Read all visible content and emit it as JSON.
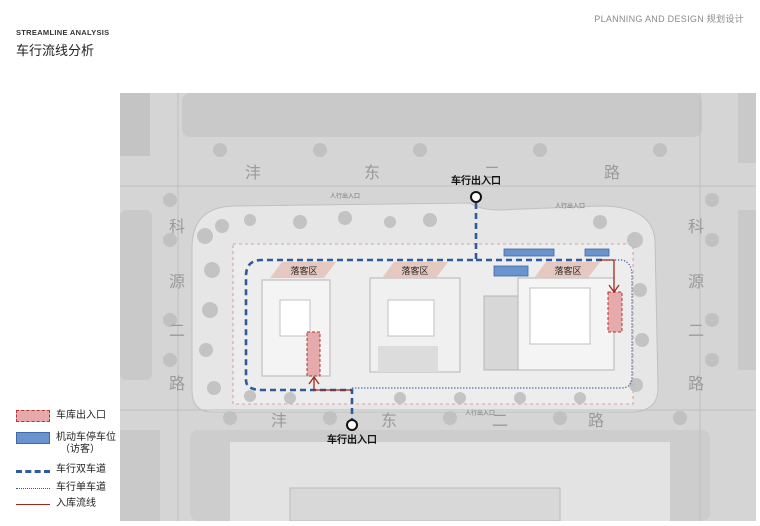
{
  "header": {
    "top_right": "PLANNING AND DESIGN 规划设计",
    "subtitle": "STREAMLINE ANALYSIS",
    "title": "车行流线分析"
  },
  "map": {
    "roads": {
      "north": [
        "沣",
        "东",
        "二",
        "路"
      ],
      "south": [
        "沣",
        "东",
        "二",
        "路"
      ],
      "west": [
        "科",
        "源",
        "二",
        "路"
      ],
      "east": [
        "科",
        "源",
        "二",
        "路"
      ]
    },
    "entrances": {
      "north_label": "车行出入口",
      "south_label": "车行出入口"
    },
    "dropoff_zones": [
      "落客区",
      "落客区",
      "落客区"
    ],
    "small_labels": {
      "pedestrian_entry_1": "人行出入口",
      "pedestrian_entry_2": "人行出入口",
      "pedestrian_entry_3": "人行出入口"
    }
  },
  "legend": {
    "items": [
      {
        "key": "garage_entrance",
        "label": "车库出入口"
      },
      {
        "key": "parking",
        "label": "机动车停车位",
        "sub": "（访客）"
      },
      {
        "key": "two_way",
        "label": "车行双车道"
      },
      {
        "key": "one_way",
        "label": "车行单车道"
      },
      {
        "key": "inflow",
        "label": "入库流线"
      }
    ]
  },
  "colors": {
    "route_blue": "#2f5b98",
    "parking_blue": "#6b93cd",
    "garage_red": "#b3373b",
    "garage_fill": "#e7aaab",
    "inflow_red": "#9b2a24",
    "road_gray": "#d6d6d6",
    "block_gray": "#c9c9c9"
  }
}
